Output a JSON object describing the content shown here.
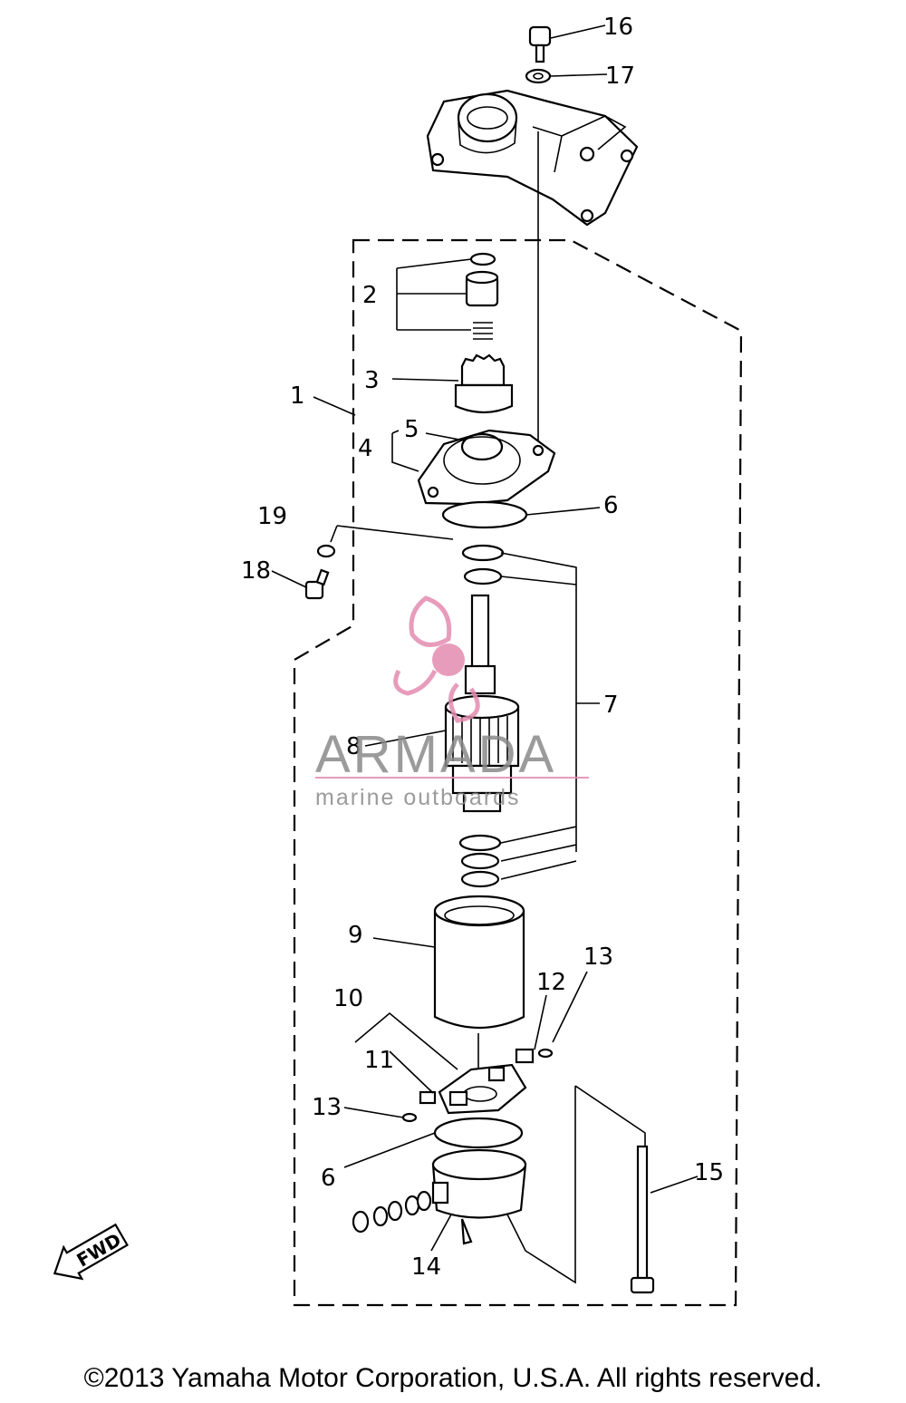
{
  "diagram": {
    "callouts": [
      "1",
      "2",
      "3",
      "4",
      "5",
      "6",
      "7",
      "8",
      "9",
      "10",
      "11",
      "12",
      "13",
      "14",
      "15",
      "16",
      "17",
      "18",
      "19"
    ],
    "fwd_label": "FWD",
    "watermark": {
      "brand": "ARMADA",
      "tagline": "marine outboards",
      "accent_color": "#e48bb0"
    },
    "copyright": "©2013 Yamaha Motor Corporation, U.S.A. All rights reserved."
  }
}
